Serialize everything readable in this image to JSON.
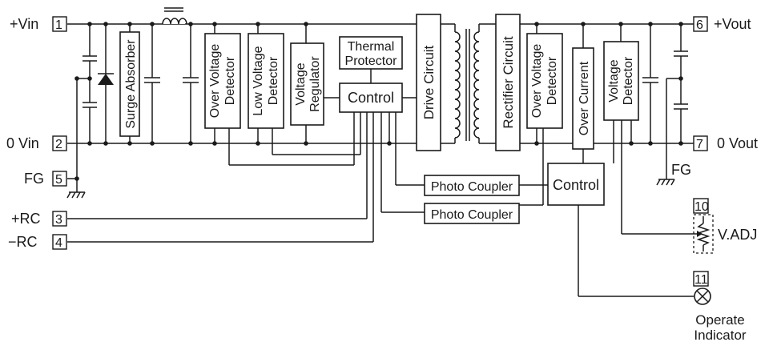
{
  "terminals": {
    "vin_pos": {
      "label": "+Vin",
      "pin": "1"
    },
    "vin_0": {
      "label": "0 Vin",
      "pin": "2"
    },
    "fg_in": {
      "label": "FG",
      "pin": "5"
    },
    "rc_pos": {
      "label": "+RC",
      "pin": "3"
    },
    "rc_neg": {
      "label": "−RC",
      "pin": "4"
    },
    "vout_pos": {
      "label": "+Vout",
      "pin": "6"
    },
    "vout_0": {
      "label": "0 Vout",
      "pin": "7"
    },
    "vadj": {
      "label": "V.ADJ",
      "pin": "10"
    },
    "indicator": {
      "label_line1": "Operate",
      "label_line2": "Indicator",
      "pin": "11"
    }
  },
  "fg_out": {
    "label": "FG"
  },
  "blocks": {
    "surge_absorber": "Surge Absorber",
    "over_voltage_in": {
      "line1": "Over Voltage",
      "line2": "Detector"
    },
    "low_voltage": {
      "line1": "Low Voltage",
      "line2": "Detector"
    },
    "voltage_regulator": {
      "line1": "Voltage",
      "line2": "Regulator"
    },
    "thermal_protector": {
      "line1": "Thermal",
      "line2": "Protector"
    },
    "control_in": "Control",
    "drive_circuit": "Drive Circuit",
    "rectifier_circuit": "Rectifier Circuit",
    "over_voltage_out": {
      "line1": "Over Voltage",
      "line2": "Detector"
    },
    "over_current": "Over Current",
    "voltage_detector_out": {
      "line1": "Voltage",
      "line2": "Detector"
    },
    "photo_coupler_1": "Photo Coupler",
    "photo_coupler_2": "Photo Coupler",
    "control_out": "Control"
  }
}
